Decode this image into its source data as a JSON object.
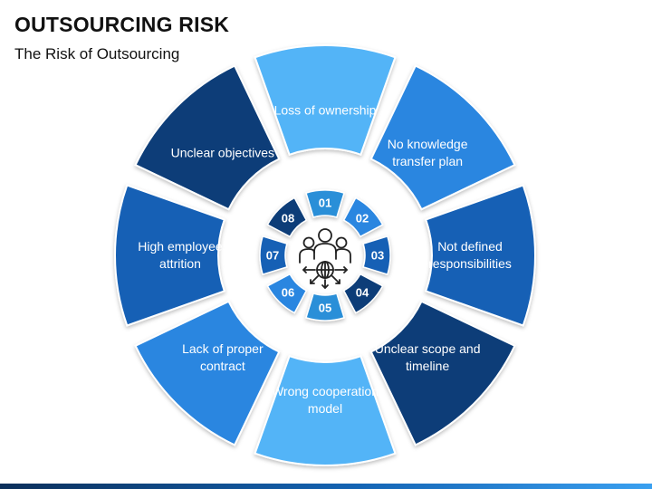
{
  "title": "OUTSOURCING RISK",
  "subtitle": "The Risk of Outsourcing",
  "center": {
    "icon": "team-network-icon"
  },
  "segments": [
    {
      "number": "01",
      "label": "Loss of ownership",
      "color": "#53b4f7",
      "num_color": "#2c8fd8"
    },
    {
      "number": "02",
      "label": "No knowledge transfer plan",
      "color": "#2986e0",
      "num_color": "#2986e0"
    },
    {
      "number": "03",
      "label": "Not defined responsibilities",
      "color": "#1561b5",
      "num_color": "#1561b5"
    },
    {
      "number": "04",
      "label": "Unclear scope and timeline",
      "color": "#0d3e78",
      "num_color": "#0d3e78"
    },
    {
      "number": "05",
      "label": "Wrong cooperation model",
      "color": "#53b4f7",
      "num_color": "#2c8fd8"
    },
    {
      "number": "06",
      "label": "Lack of proper contract",
      "color": "#2986e0",
      "num_color": "#2986e0"
    },
    {
      "number": "07",
      "label": "High employee attrition",
      "color": "#1561b5",
      "num_color": "#1561b5"
    },
    {
      "number": "08",
      "label": "Unclear objectives",
      "color": "#0d3e78",
      "num_color": "#0d3e78"
    }
  ]
}
